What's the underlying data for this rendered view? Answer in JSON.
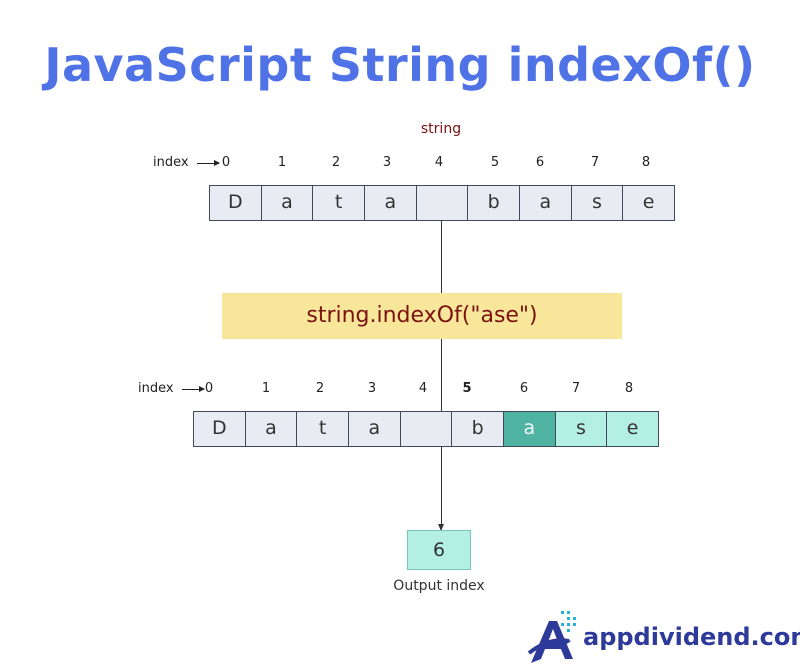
{
  "title": "JavaScript String indexOf()",
  "variable_label": "string",
  "index_label": "index",
  "top_row": {
    "indices": [
      "0",
      "1",
      "2",
      "3",
      "4",
      "5",
      "6",
      "7",
      "8"
    ],
    "chars": [
      "D",
      "a",
      "t",
      "a",
      "",
      "b",
      "a",
      "s",
      "e"
    ]
  },
  "method_call": "string.indexOf(\"ase\")",
  "bottom_row": {
    "indices": [
      "0",
      "1",
      "2",
      "3",
      "4",
      "5",
      "6",
      "7",
      "8"
    ],
    "chars": [
      "D",
      "a",
      "t",
      "a",
      "",
      "b",
      "a",
      "s",
      "e"
    ],
    "highlight_start": 6,
    "highlight_end": 8
  },
  "output": {
    "value": "6",
    "label": "Output index"
  },
  "brand": {
    "text": "appdividend.com",
    "color": "#2e3a9a"
  },
  "colors": {
    "title": "#4f72e6",
    "variable": "#7b1212",
    "method_box": "#f8e79a",
    "highlight_dark": "#4fb3a2",
    "highlight_light": "#b3efe3",
    "cell": "#e8ecf2"
  }
}
